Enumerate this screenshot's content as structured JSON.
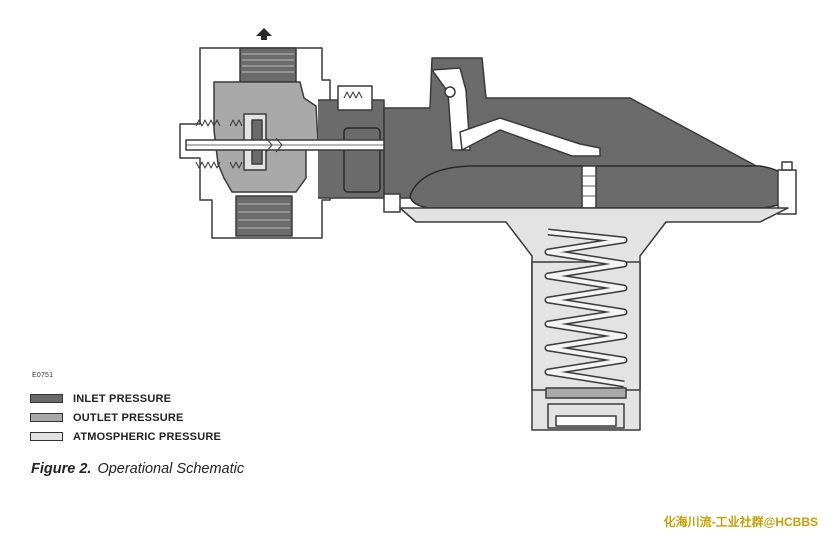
{
  "diagram": {
    "code": "E0751",
    "legend": [
      {
        "label": "INLET PRESSURE",
        "color": "#6b6b6b"
      },
      {
        "label": "OUTLET PRESSURE",
        "color": "#a9a9a9"
      },
      {
        "label": "ATMOSPHERIC PRESSURE",
        "color": "#e3e3e3"
      }
    ],
    "caption": {
      "figure": "Figure 2.",
      "title": "Operational Schematic"
    },
    "colors": {
      "outline": "#3a3a3a",
      "inlet": "#6b6b6b",
      "outlet": "#a9a9a9",
      "atmospheric": "#e3e3e3",
      "body": "#ffffff"
    }
  },
  "watermark": "化海川流-工业社群@HCBBS"
}
